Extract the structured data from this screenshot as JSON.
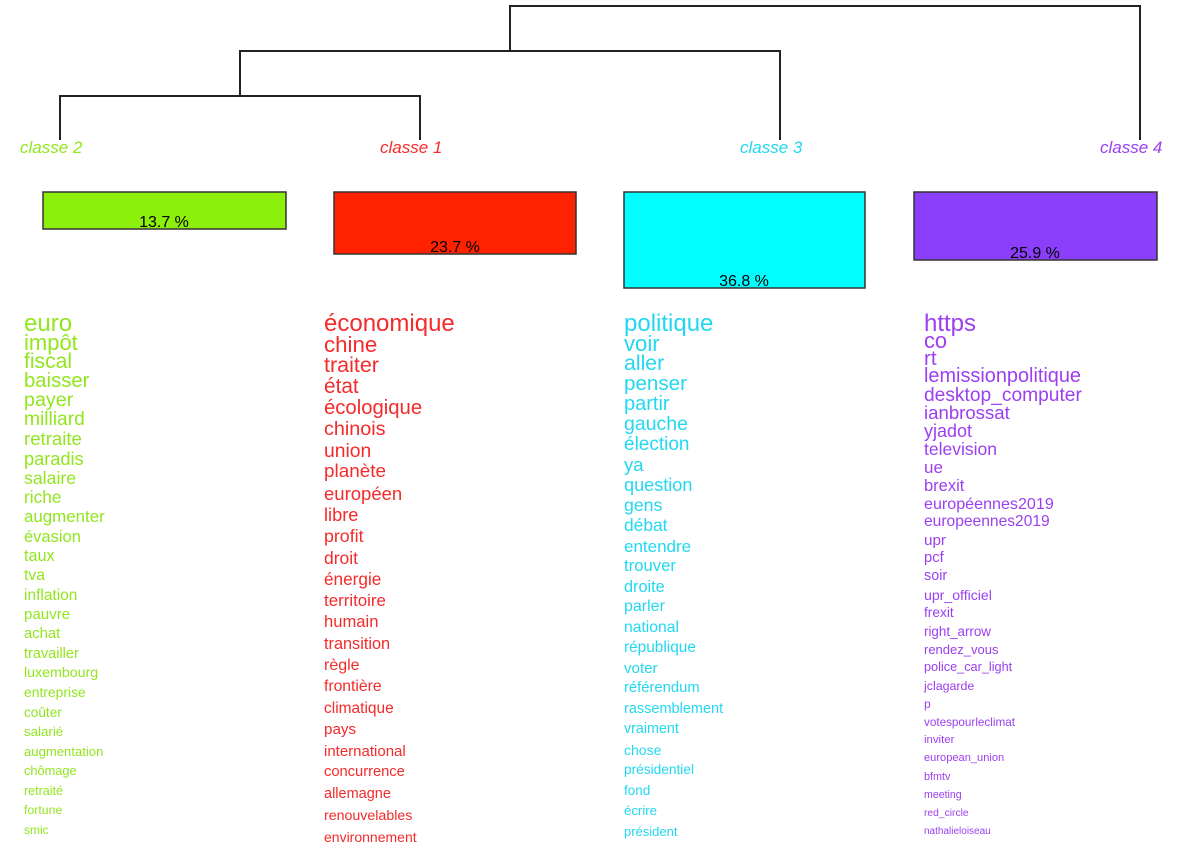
{
  "classes": [
    {
      "label": "classe  2",
      "color": "#8df00a",
      "text_color": "#91e61e",
      "percent": "13.7 %",
      "share": 13.7,
      "words": [
        "euro",
        "impôt",
        "fiscal",
        "baisser",
        "payer",
        "milliard",
        "retraite",
        "paradis",
        "salaire",
        "riche",
        "augmenter",
        "évasion",
        "taux",
        "tva",
        "inflation",
        "pauvre",
        "achat",
        "travailler",
        "luxembourg",
        "entreprise",
        "coûter",
        "salarié",
        "augmentation",
        "chômage",
        "retraité",
        "fortune",
        "smic"
      ]
    },
    {
      "label": "classe  1",
      "color": "#ff2200",
      "text_color": "#f52a2a",
      "percent": "23.7 %",
      "share": 23.7,
      "words": [
        "économique",
        "chine",
        "traiter",
        "état",
        "écologique",
        "chinois",
        "union",
        "planète",
        "européen",
        "libre",
        "profit",
        "droit",
        "énergie",
        "territoire",
        "humain",
        "transition",
        "règle",
        "frontière",
        "climatique",
        "pays",
        "international",
        "concurrence",
        "allemagne",
        "renouvelables",
        "environnement"
      ]
    },
    {
      "label": "classe  3",
      "color": "#00ffff",
      "text_color": "#22d8f0",
      "percent": "36.8 %",
      "share": 36.8,
      "words": [
        "politique",
        "voir",
        "aller",
        "penser",
        "partir",
        "gauche",
        "élection",
        "ya",
        "question",
        "gens",
        "débat",
        "entendre",
        "trouver",
        "droite",
        "parler",
        "national",
        "république",
        "voter",
        "référendum",
        "rassemblement",
        "vraiment",
        "chose",
        "présidentiel",
        "fond",
        "écrire",
        "président"
      ]
    },
    {
      "label": "classe  4",
      "color": "#8c3ffa",
      "text_color": "#9b3ff0",
      "percent": "25.9 %",
      "share": 25.9,
      "words": [
        "https",
        "co",
        "rt",
        "lemissionpolitique",
        "desktop_computer",
        "ianbrossat",
        "yjadot",
        "television",
        "ue",
        "brexit",
        "européennes2019",
        "europeennes2019",
        "upr",
        "pcf",
        "soir",
        "upr_officiel",
        "frexit",
        "right_arrow",
        "rendez_vous",
        "police_car_light",
        "jclagarde",
        "p",
        "votespourleclimat",
        "inviter",
        "european_union",
        "bfmtv",
        "meeting",
        "red_circle",
        "nathalieloiseau"
      ]
    }
  ]
}
